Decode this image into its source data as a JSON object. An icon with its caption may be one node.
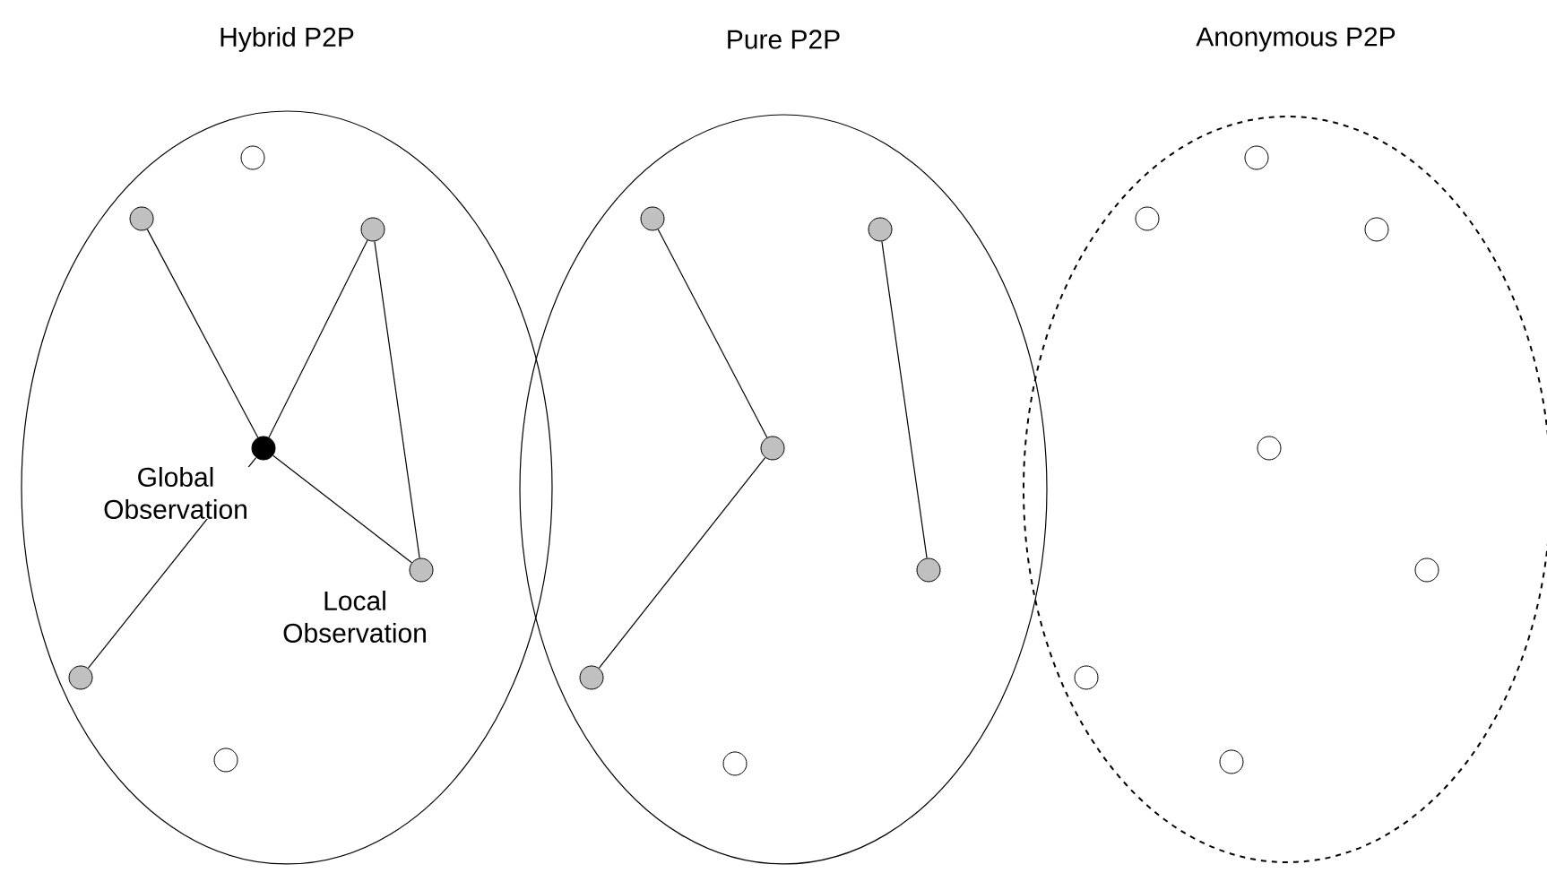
{
  "diagram": {
    "nodes": [
      {
        "text": [
          "Hybrid P2P"
        ]
      },
      {
        "text": [],
        "shape": "circle",
        "in": 0
      },
      {
        "text": [],
        "shape": "circle",
        "in": 0
      },
      {
        "text": [],
        "shape": "circle",
        "in": 0
      },
      {
        "text": [],
        "shape": "circle",
        "in": 0,
        "beside": [
          "Global Observation"
        ]
      },
      {
        "text": [],
        "shape": "circle",
        "in": 0,
        "beside": [
          "Local Observation"
        ]
      },
      {
        "text": [],
        "shape": "circle",
        "in": 0
      },
      {
        "text": [],
        "shape": "circle",
        "in": 0
      },
      {
        "text": [
          "Pure P2P"
        ]
      },
      {
        "text": [],
        "shape": "circle",
        "in": 8
      },
      {
        "text": [],
        "shape": "circle",
        "in": 8
      },
      {
        "text": [],
        "shape": "circle",
        "in": 8
      },
      {
        "text": [],
        "shape": "circle",
        "in": 8
      },
      {
        "text": [],
        "shape": "circle",
        "in": 8
      },
      {
        "text": [],
        "shape": "circle",
        "in": 8
      },
      {
        "text": [
          "Anonymous P2P"
        ]
      },
      {
        "text": [],
        "shape": "circle",
        "in": 15
      },
      {
        "text": [],
        "shape": "circle",
        "in": 15
      },
      {
        "text": [],
        "shape": "circle",
        "in": 15
      },
      {
        "text": [],
        "shape": "circle",
        "in": 15
      },
      {
        "text": [],
        "shape": "circle",
        "in": 15
      },
      {
        "text": [],
        "shape": "circle",
        "in": 15
      },
      {
        "text": [],
        "shape": "circle",
        "in": 15
      }
    ],
    "edges": [
      {
        "from": 2,
        "to": 4,
        "arrow": "none"
      },
      {
        "from": 3,
        "to": 4,
        "arrow": "none"
      },
      {
        "from": 4,
        "to": 5,
        "arrow": "none"
      },
      {
        "from": 4,
        "to": 6,
        "arrow": "none"
      },
      {
        "from": 3,
        "to": 5,
        "arrow": "none"
      },
      {
        "from": 9,
        "to": 11,
        "arrow": "none"
      },
      {
        "from": 11,
        "to": 13,
        "arrow": "none"
      },
      {
        "from": 10,
        "to": 12,
        "arrow": "none"
      }
    ]
  }
}
